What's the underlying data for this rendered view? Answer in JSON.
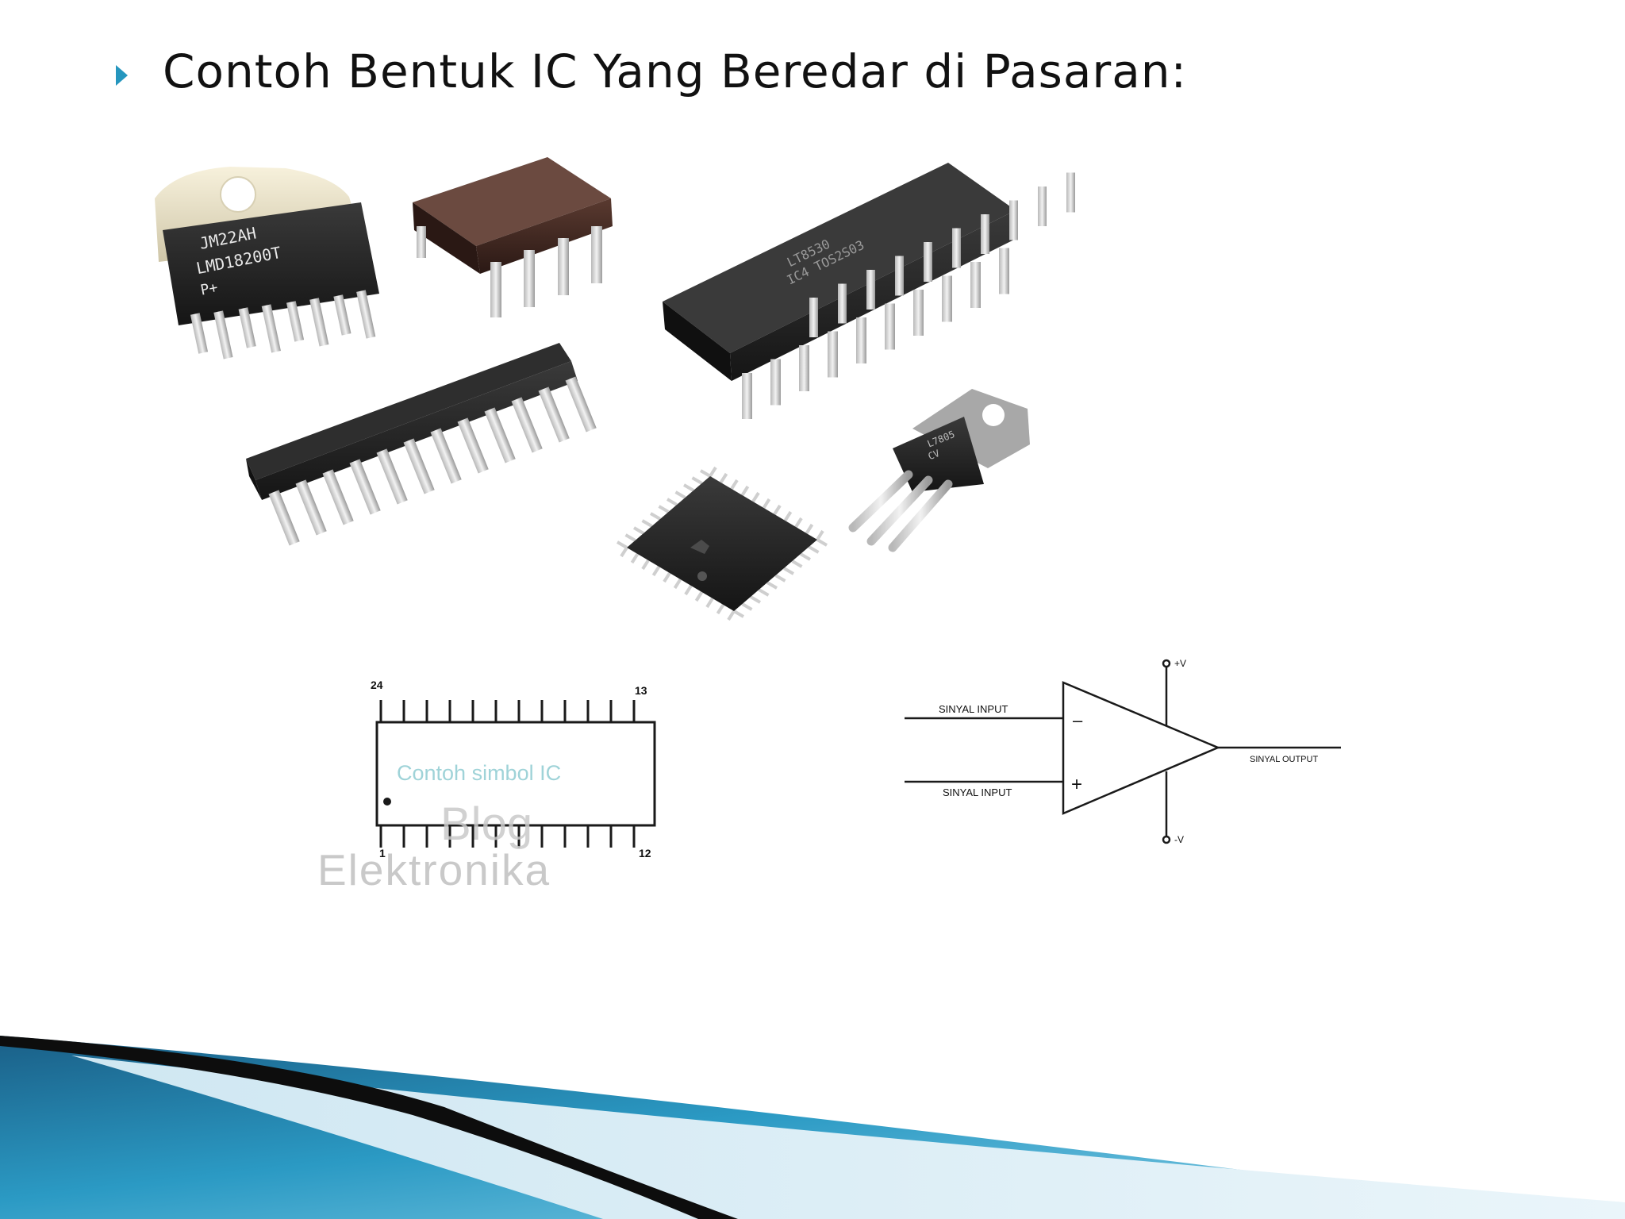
{
  "slide": {
    "title": "Contoh Bentuk IC Yang Beredar di Pasaran:"
  },
  "chips": {
    "tab_chip_marks": [
      "JM22AH",
      "LMD18200T",
      "P+"
    ],
    "dip24_marks": [
      "LT8530",
      "IC4 TOS2S03"
    ],
    "to220_marks": [
      "L7805",
      "CV"
    ]
  },
  "ic_symbol": {
    "pin_top_left": "24",
    "pin_top_right": "13",
    "pin_bottom_left": "1",
    "pin_bottom_right": "12",
    "caption": "Contoh simbol IC",
    "watermark_line1": "Blog",
    "watermark_line2": "Elektronika"
  },
  "opamp": {
    "vplus": "+V",
    "vminus": "-V",
    "input_minus_label": "SINYAL INPUT",
    "input_plus_label": "SINYAL INPUT",
    "output_label": "SINYAL OUTPUT",
    "minus_sign": "–",
    "plus_sign": "+"
  },
  "colors": {
    "bullet": "#2596be",
    "ic_caption": "#9fd3d8",
    "watermark": "#c9c9c9",
    "wave_dark": "#0d0d0d",
    "wave_blue": "#2b9ac4"
  }
}
